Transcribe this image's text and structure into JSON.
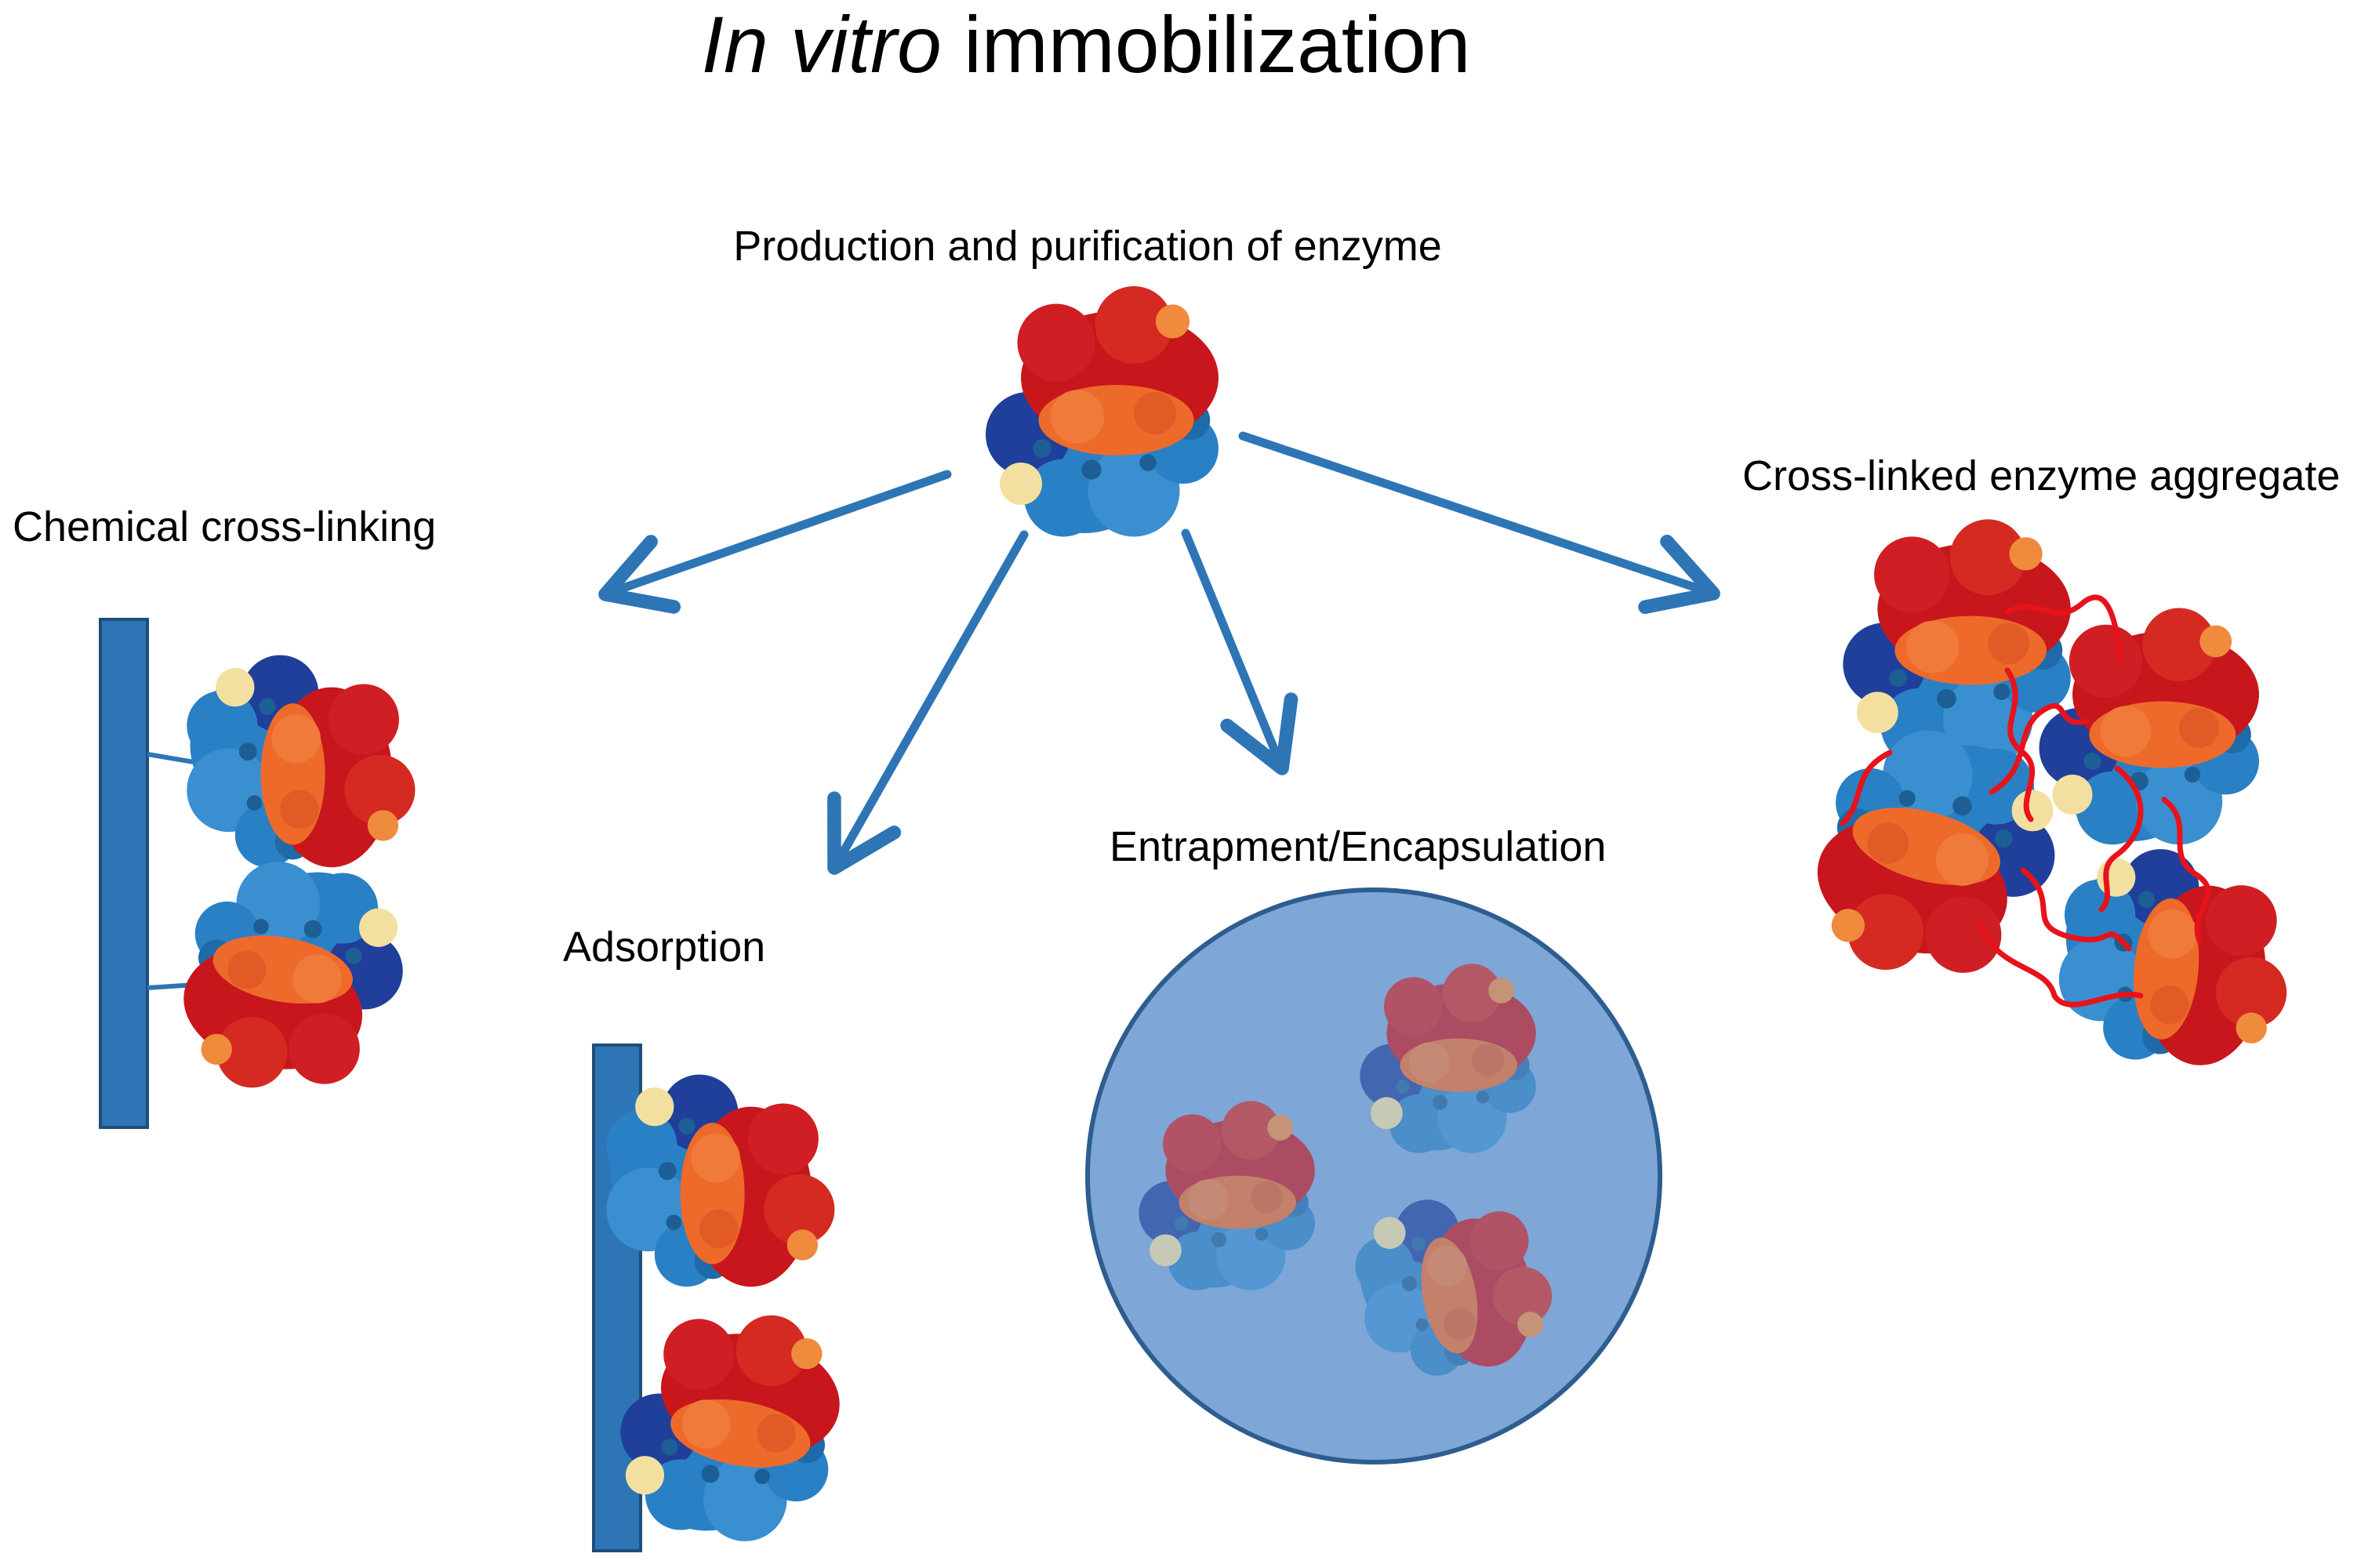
{
  "title": {
    "italic": "In vitro",
    "rest": " immobilization"
  },
  "labels": {
    "source": "Production and purification of enzyme",
    "chemical": "Chemical cross-linking",
    "adsorption": "Adsorption",
    "entrapment": "Entrapment/Encapsulation",
    "clea": "Cross-linked enzyme aggregate"
  },
  "colors": {
    "arrow": "#2e75b6",
    "support": "#2e75b6",
    "support_edge": "#1f4e79",
    "capsule_fill": "#7ea6d6",
    "capsule_edge": "#2e5d8f",
    "crosslink": "#e8121b",
    "enzyme_red": "#c8161d",
    "enzyme_orange": "#ee6a2b",
    "enzyme_blue": "#2a80c4",
    "enzyme_darkblue": "#1f3f9a",
    "enzyme_yellow": "#f3e0a0"
  }
}
